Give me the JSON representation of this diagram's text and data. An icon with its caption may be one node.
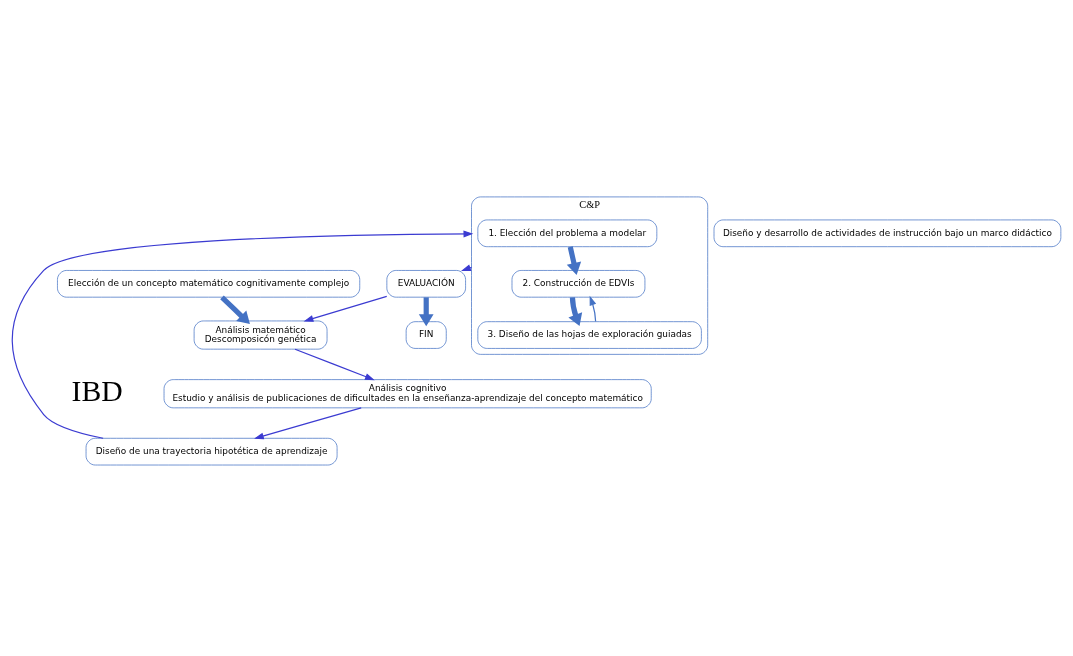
{
  "diagram": {
    "nodes": [
      {
        "text": [
          "Elección de un concepto matemático cognitivamente complejo"
        ]
      },
      {
        "text": [
          "Análisis matemático",
          "Descomposicón genética"
        ]
      },
      {
        "text": [
          "Análisis cognitivo",
          "Estudio y análisis de publicaciones de dificultades en la enseñanza-aprendizaje del concepto matemático"
        ]
      },
      {
        "text": [
          "Diseño de una trayectoria hipotética de aprendizaje"
        ]
      },
      {
        "text": [
          "Diseño y desarrollo de actividades de instrucción bajo un marco didáctico"
        ]
      },
      {
        "text": [
          "C&P"
        ]
      },
      {
        "text": [
          "1. Elección del problema a modelar"
        ],
        "in": 5
      },
      {
        "text": [
          "2. Construcción de EDVIs"
        ],
        "in": 5
      },
      {
        "text": [
          "3. Diseño de las hojas de exploración guiadas"
        ],
        "in": 5
      },
      {
        "text": [
          "EVALUACIÓN"
        ]
      },
      {
        "text": [
          "FIN"
        ]
      }
    ],
    "edges": [
      {
        "from": 0,
        "to": 1,
        "arrow": "to",
        "style": "thick",
        "color": "#4472c4"
      },
      {
        "from": 1,
        "to": 2,
        "arrow": "to"
      },
      {
        "from": 2,
        "to": 3,
        "arrow": "to"
      },
      {
        "from": 3,
        "to": 5,
        "arrow": "to"
      },
      {
        "from": 5,
        "to": 9,
        "arrow": "to"
      },
      {
        "from": 9,
        "to": 1,
        "arrow": "to"
      },
      {
        "from": 9,
        "to": 10,
        "arrow": "to",
        "style": "thick",
        "color": "#4472c4"
      },
      {
        "from": 6,
        "to": 7,
        "arrow": "to",
        "style": "thick",
        "color": "#4472c4"
      },
      {
        "from": 7,
        "to": 8,
        "arrow": "to",
        "style": "thick",
        "color": "#4472c4"
      },
      {
        "from": 8,
        "to": 7,
        "arrow": "to",
        "color": "#4472c4"
      }
    ],
    "labels": [
      "IBD"
    ]
  }
}
